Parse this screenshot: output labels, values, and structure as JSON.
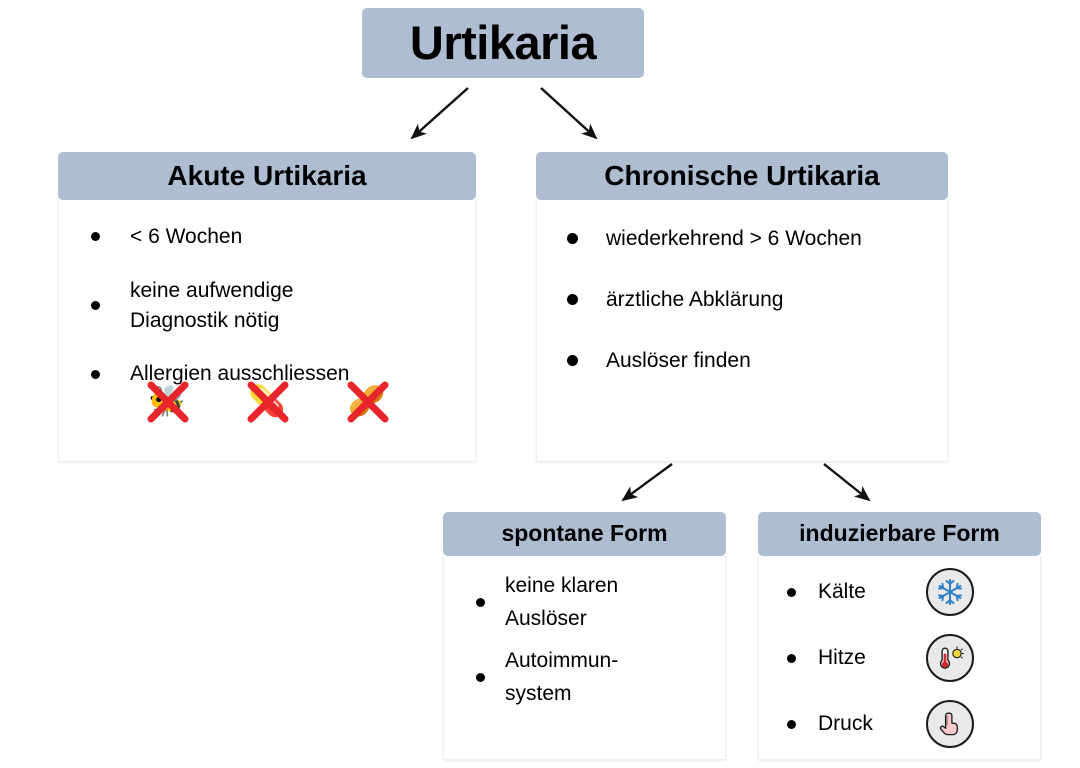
{
  "page": {
    "background": "#ffffff",
    "header_color": "#aebdd2",
    "text_color": "#000000"
  },
  "title": {
    "label": "Urtikaria"
  },
  "nodes": {
    "acute": {
      "header": "Akute Urtikaria",
      "items": [
        {
          "text": "< 6 Wochen"
        },
        {
          "text": "keine aufwendige Diagnostik nötig"
        },
        {
          "text": "Allergien ausschliessen"
        }
      ],
      "allergens": [
        {
          "name": "bee",
          "glyph": "🐝",
          "label": "Biene"
        },
        {
          "name": "medication",
          "glyph": "💊",
          "label": "Medikamente"
        },
        {
          "name": "peanuts",
          "glyph": "🥜",
          "label": "Erdnüsse"
        }
      ]
    },
    "chronic": {
      "header": "Chronische Urtikaria",
      "items": [
        {
          "text": "wiederkehrend > 6 Wochen"
        },
        {
          "text": "ärztliche Abklärung"
        },
        {
          "text": "Auslöser finden"
        }
      ]
    },
    "spontan": {
      "header": "spontane Form",
      "items": [
        {
          "text": "keine klaren Auslöser"
        },
        {
          "text": "Autoimmun-system"
        }
      ]
    },
    "induzierbar": {
      "header": "induzierbare Form",
      "items": [
        {
          "text": "Kälte",
          "icon": "snowflake-icon"
        },
        {
          "text": "Hitze",
          "icon": "thermometer-sun-icon"
        },
        {
          "text": "Druck",
          "icon": "pressing-finger-icon"
        }
      ]
    }
  },
  "arrows": [
    {
      "name": "arrow-title-to-acute",
      "from": "Urtikaria",
      "to": "Akute Urtikaria"
    },
    {
      "name": "arrow-title-to-chronic",
      "from": "Urtikaria",
      "to": "Chronische Urtikaria"
    },
    {
      "name": "arrow-chronic-to-spontan",
      "from": "Chronische Urtikaria",
      "to": "spontane Form"
    },
    {
      "name": "arrow-chronic-to-induzierbar",
      "from": "Chronische Urtikaria",
      "to": "induzierbare Form"
    }
  ]
}
